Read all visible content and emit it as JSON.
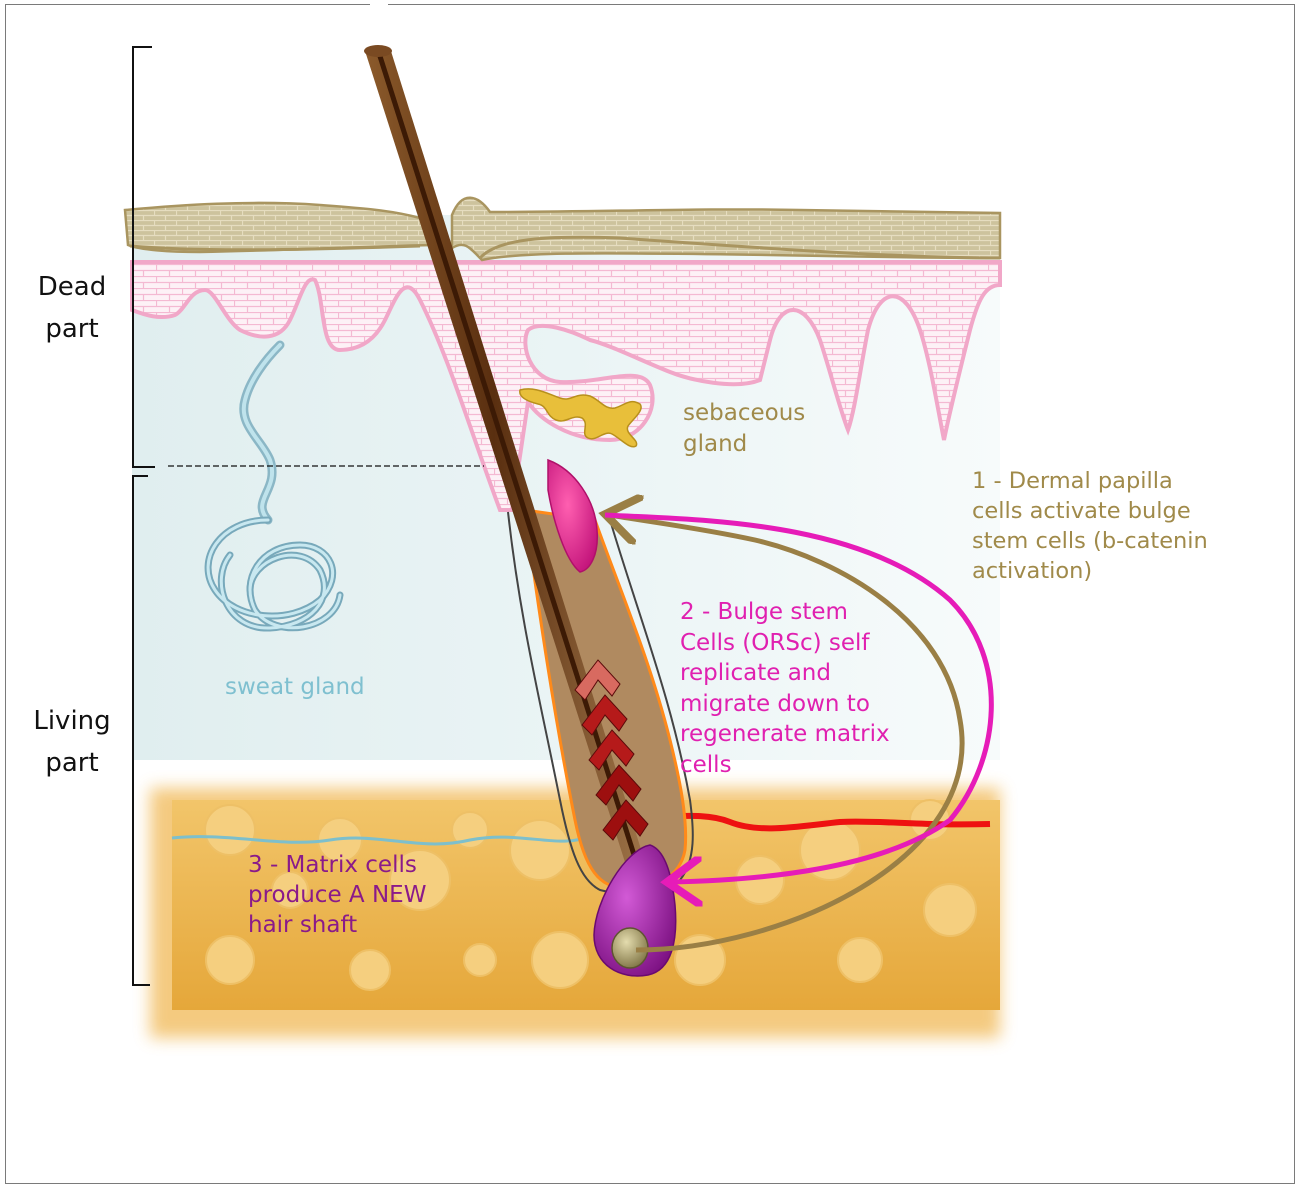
{
  "labels": {
    "dead_part": "Dead\npart",
    "living_part": "Living\npart",
    "sebaceous_gland": "sebaceous\ngland",
    "sweat_gland": "sweat gland",
    "step1": "1 - Dermal papilla\ncells activate bulge\nstem cells (b-catenin\nactivation)",
    "step2": "2 - Bulge stem\nCells (ORSc) self\nreplicate and\nmigrate down to\nregenerate matrix\ncells",
    "step3": "3 - Matrix cells\nproduce A NEW\nhair shaft"
  },
  "colors": {
    "step1_text": "#a08a4a",
    "step2_text": "#e020b0",
    "step3_text": "#8a1a8a",
    "sebaceous_text": "#a08a4a",
    "sweat_text": "#7fc0d0",
    "arrow_dermal": "#9a7f45",
    "arrow_bulge": "#e61cb8",
    "epidermis_pink": "#f1a7c8",
    "stratum_corneum": "#c7bd96",
    "fat_layer": "#eab24a",
    "nerve_red": "#ee1111",
    "vessel_blue": "#7dbfcc",
    "hair_shaft": "#6a3a18",
    "matrix_purple": "#a41ca8",
    "bulge_magenta": "#e3208f"
  },
  "icons": [
    "hair-shaft",
    "bulge-stem-cells",
    "hair-matrix",
    "dermal-papilla",
    "sweat-gland-coil",
    "sebaceous-gland",
    "migration-chevrons",
    "fat-cells",
    "nerve",
    "blood-vessel"
  ]
}
